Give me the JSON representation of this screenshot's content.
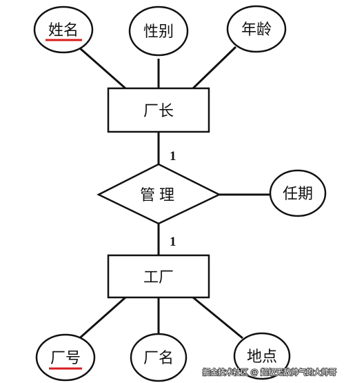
{
  "entities": {
    "manager": "厂长",
    "factory": "工厂"
  },
  "relationship": {
    "name": "管理",
    "cardinality_manager": "1",
    "cardinality_factory": "1"
  },
  "attributes": {
    "manager_name": "姓名",
    "manager_gender": "性别",
    "manager_age": "年龄",
    "term": "任期",
    "factory_no": "厂号",
    "factory_name": "厂名",
    "factory_location": "地点"
  },
  "watermark": "掘金技术社区 @ 超级无敌帅气的大帅哥",
  "colors": {
    "line": "#111111",
    "key_underline": "#d91c1c",
    "background": "#ffffff"
  }
}
